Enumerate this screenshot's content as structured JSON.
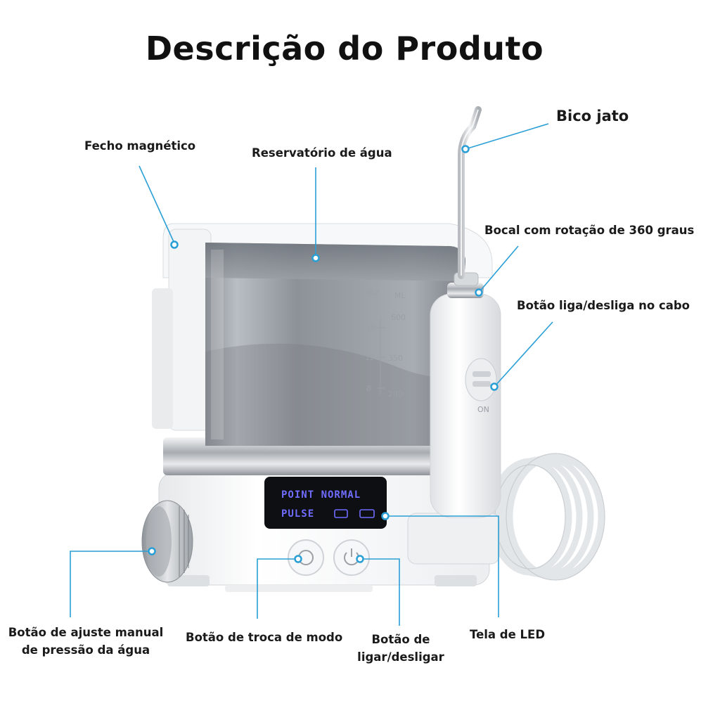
{
  "title": "Descrição do Produto",
  "labels": {
    "magnetic_clasp": "Fecho magnético",
    "water_reservoir": "Reservatório de água",
    "jet_nozzle": "Bico jato",
    "rotating_nozzle": "Bocal com rotação de 360 graus",
    "handle_power_button": "Botão liga/desliga no cabo",
    "pressure_knob_line1": "Botão de ajuste manual",
    "pressure_knob_line2": "de pressão da água",
    "mode_button": "Botão de troca de modo",
    "power_button_line1": "Botão de",
    "power_button_line2": "ligar/desligar",
    "led_screen": "Tela de LED"
  },
  "device": {
    "scale_units": [
      "OZ",
      "ML"
    ],
    "scale_oz": [
      "16",
      "12",
      "8"
    ],
    "scale_ml": [
      "600",
      "350",
      "200"
    ],
    "led_line1": "POINT NORMAL",
    "led_line2": "PULSE",
    "handle_switch_text": "ON"
  },
  "colors": {
    "callout": "#2a9fd6",
    "led_text": "#6f6cff"
  }
}
